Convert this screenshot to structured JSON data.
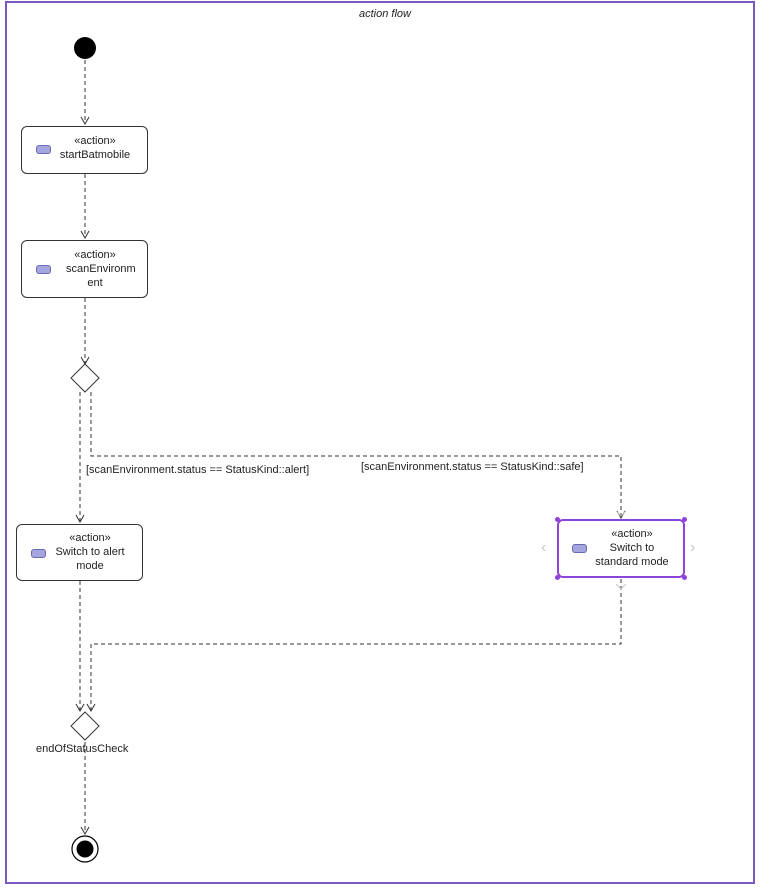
{
  "diagram": {
    "frame_title": "action flow",
    "stereotype": "«action»",
    "nodes": {
      "start_batmobile": {
        "name": "startBatmobile"
      },
      "scan_environment": {
        "name": "scanEnvironm ent"
      },
      "alert_mode": {
        "name": "Switch to alert mode"
      },
      "standard_mode": {
        "name": "Switch to standard mode"
      }
    },
    "guards": {
      "alert": "[scanEnvironment.status == StatusKind::alert]",
      "safe": "[scanEnvironment.status == StatusKind::safe]"
    },
    "merge_label": "endOfStatusCheck"
  },
  "colors": {
    "frame": "#7e57c2",
    "selection": "#8e44d8",
    "action_icon": "#a5a5e0"
  },
  "icons": [
    "initial-node-icon",
    "decision-node-icon",
    "merge-node-icon",
    "final-node-icon",
    "action-pill-icon"
  ]
}
